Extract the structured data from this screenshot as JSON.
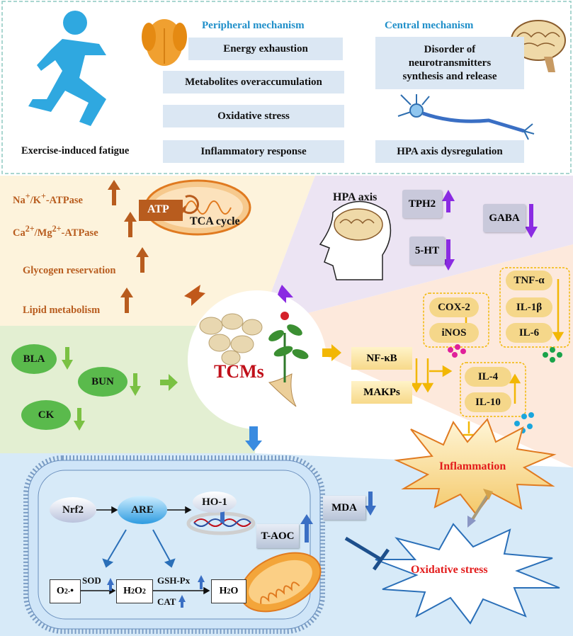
{
  "top_panel": {
    "runner_caption": "Exercise-induced fatigue",
    "peripheral": {
      "title": "Peripheral mechanism",
      "items": [
        "Energy exhaustion",
        "Metabolites overaccumulation",
        "Oxidative stress",
        "Inflammatory response"
      ]
    },
    "central": {
      "title": "Central mechanism",
      "items": [
        "Disorder of neurotransmitters synthesis and release",
        "HPA axis dysregulation"
      ]
    }
  },
  "energy": {
    "items": [
      {
        "pre": "Na",
        "sup1": "+",
        "mid": "/K",
        "sup2": "+",
        "post": "-ATPase",
        "change": "up"
      },
      {
        "pre": "Ca",
        "sup1": "2+",
        "mid": "/Mg",
        "sup2": "2+",
        "post": "-ATPase",
        "change": "up"
      },
      {
        "pre": "Glycogen reservation",
        "sup1": "",
        "mid": "",
        "sup2": "",
        "post": "",
        "change": "up"
      },
      {
        "pre": "Lipid metabolism",
        "sup1": "",
        "mid": "",
        "sup2": "",
        "post": "",
        "change": "up"
      }
    ],
    "atp": "ATP",
    "tca": "TCA cycle"
  },
  "central_region": {
    "hpa": "HPA axis",
    "tph2": "TPH2",
    "ht": "5-HT",
    "gaba": "GABA"
  },
  "center": {
    "label": "TCMs"
  },
  "metabolites": {
    "bla": "BLA",
    "bun": "BUN",
    "ck": "CK"
  },
  "inflammation": {
    "nfkb": "NF-κB",
    "makps": "MAKPs",
    "cox2": "COX-2",
    "inos": "iNOS",
    "tnf": "TNF-α",
    "il1b": "IL-1β",
    "il6": "IL-6",
    "il4": "IL-4",
    "il10": "IL-10",
    "burst": "Inflammation"
  },
  "oxidative": {
    "nrf2": "Nrf2",
    "are": "ARE",
    "ho1": "HO-1",
    "mda": "MDA",
    "taoc": "T-AOC",
    "o2": "O",
    "o2_sub": "2",
    "o2_sup": "-",
    "o2_dot": "•",
    "sod": "SOD",
    "h2o2_a": "H",
    "h2o2_b": "2",
    "h2o2_c": "O",
    "h2o2_d": "2",
    "gshpx": "GSH-Px",
    "cat": "CAT",
    "h2o_a": "H",
    "h2o_b": "2",
    "h2o_c": "O",
    "burst": "Oxidative stress"
  },
  "colors": {
    "peripheral_blue": "#1f8fc9",
    "runner_blue": "#2fa8e0",
    "energy_orange": "#b85c1e",
    "central_purple": "#8a2be2",
    "inflammation_yellow": "#f2b705",
    "metabolite_green": "#7ac143",
    "oxidative_blue": "#3a6fc4",
    "tcm_red": "#c0101a",
    "burst_red": "#e31b1b"
  }
}
